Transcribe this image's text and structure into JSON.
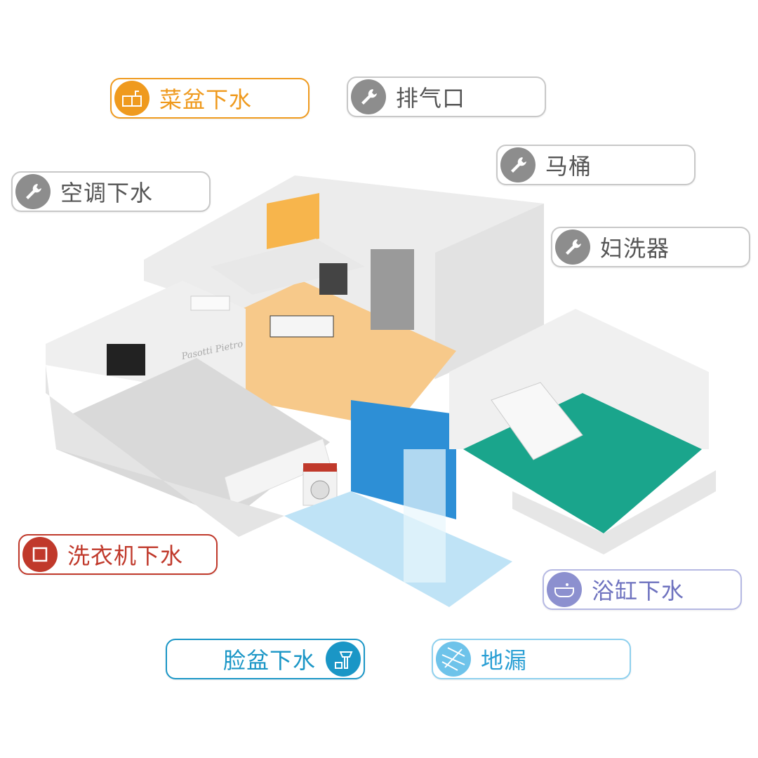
{
  "labels": {
    "kitchen_sink": "菜盆下水",
    "exhaust": "排气口",
    "toilet": "马桶",
    "ac_drain": "空调下水",
    "bidet": "妇洗器",
    "washer_drain": "洗衣机下水",
    "bathtub_drain": "浴缸下水",
    "basin_drain": "脸盆下水",
    "floor_drain": "地漏"
  },
  "watermark": "Pasotti Pietro",
  "colors": {
    "orange": "#ef9a1e",
    "gray": "#8d8d8d",
    "red": "#c0392b",
    "lavender": "#8c90cf",
    "blue": "#1a96c6",
    "light_blue": "#6ec3ea"
  }
}
